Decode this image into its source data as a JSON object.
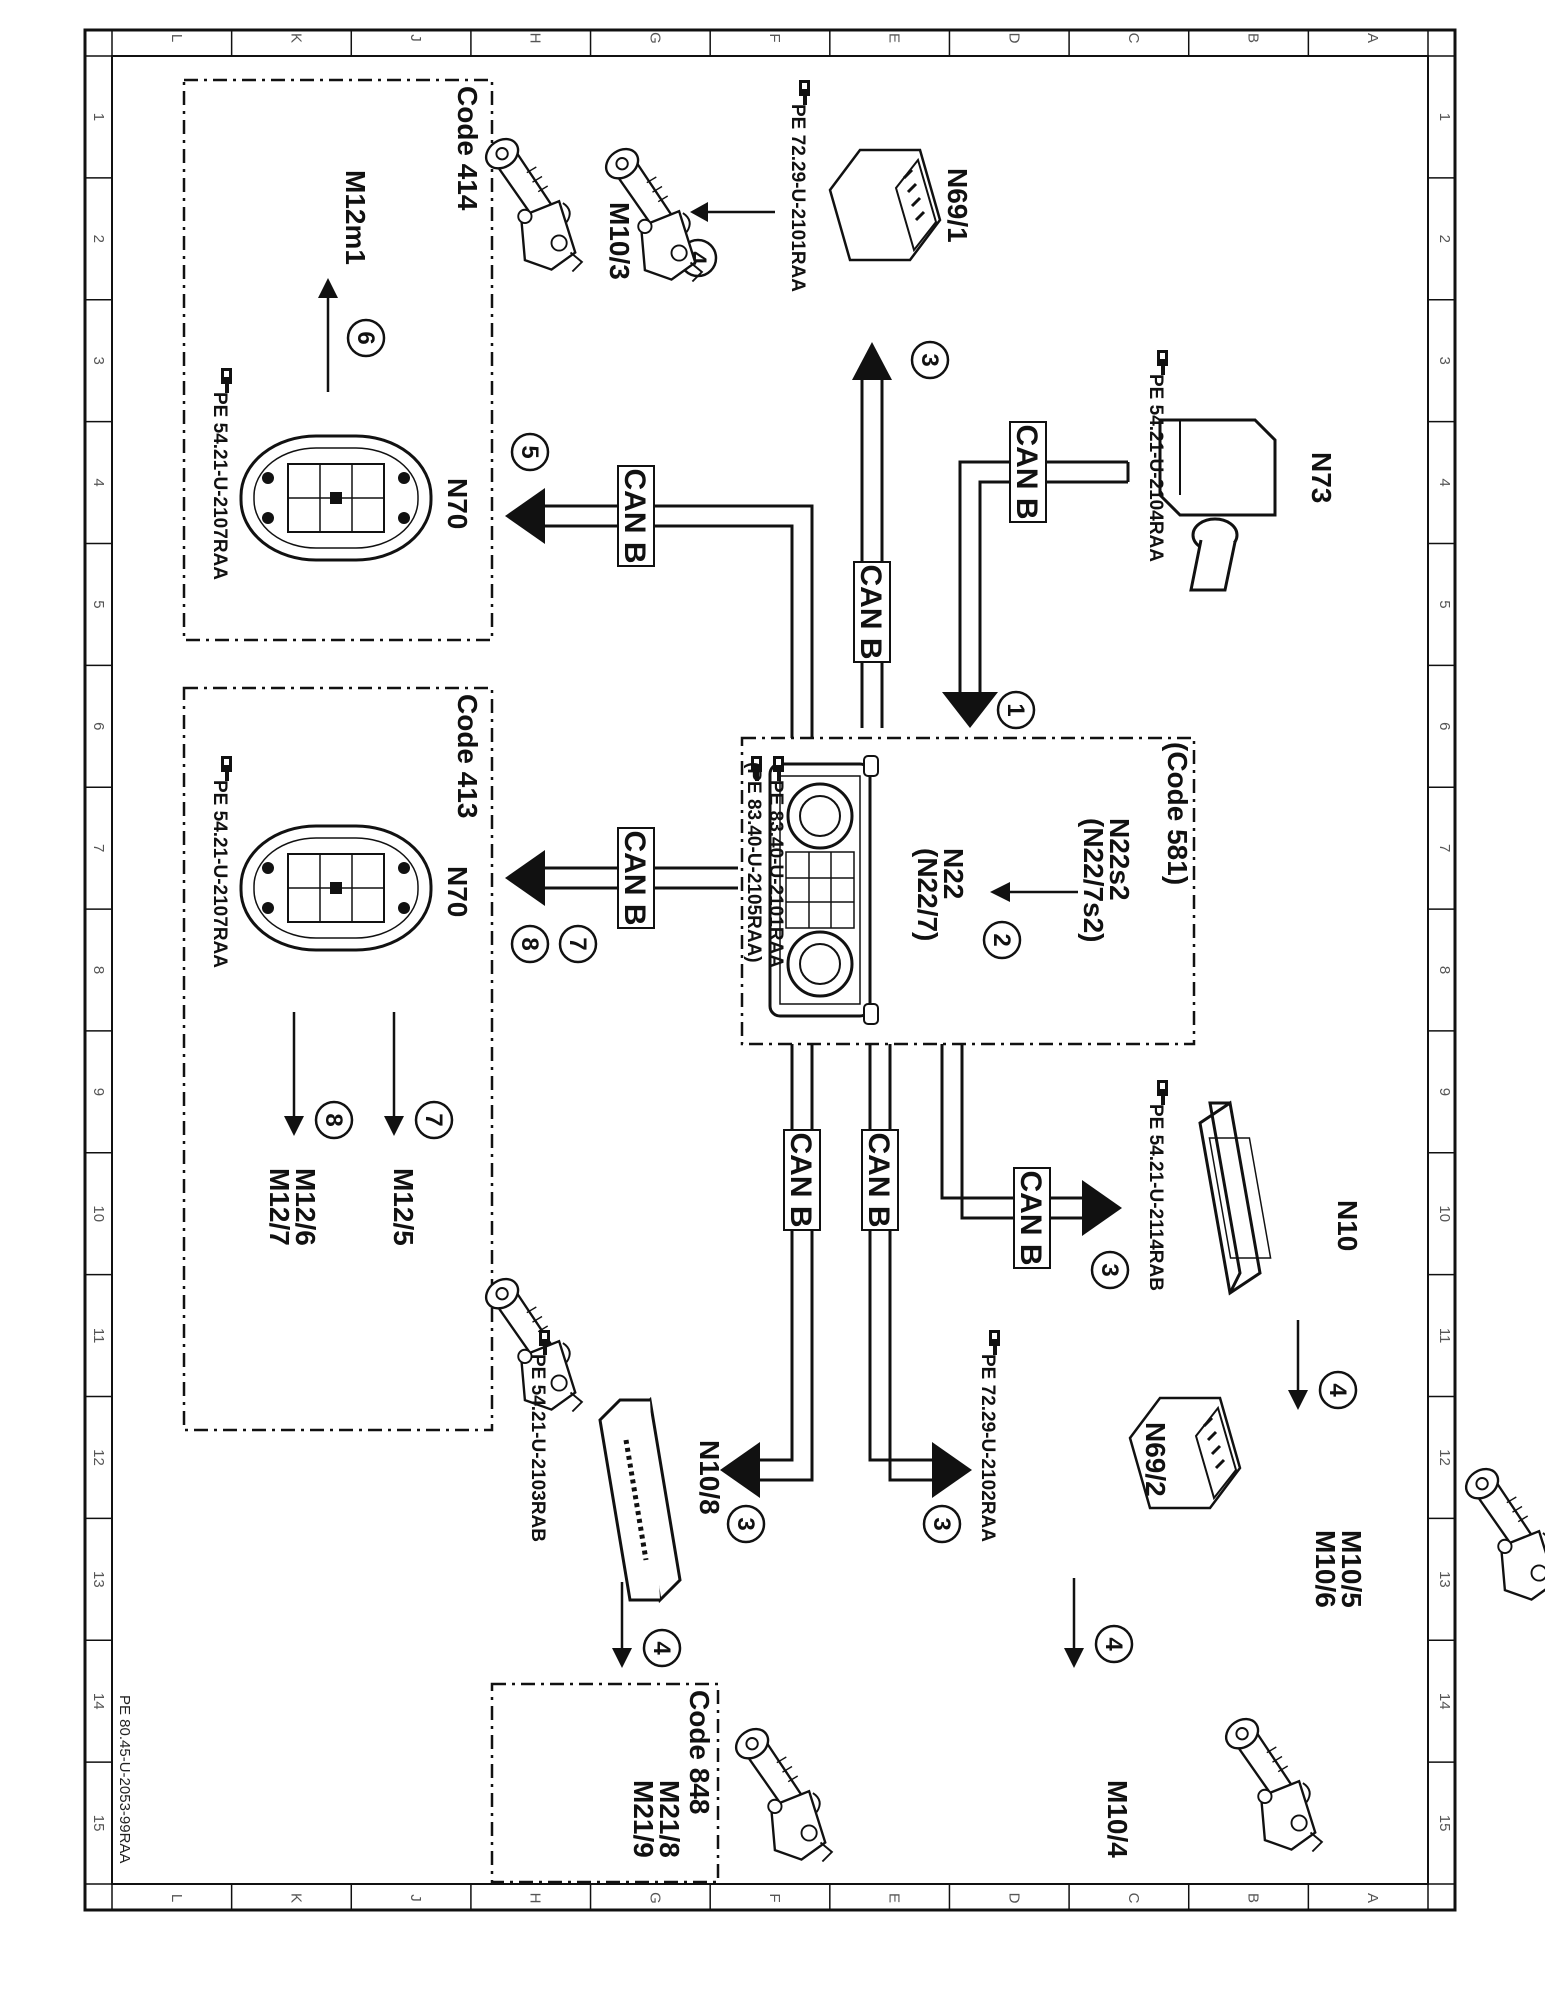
{
  "grid": {
    "columns": [
      "L",
      "K",
      "J",
      "H",
      "G",
      "F",
      "E",
      "D",
      "C",
      "B",
      "A"
    ],
    "rows": [
      "1",
      "2",
      "3",
      "4",
      "5",
      "6",
      "7",
      "8",
      "9",
      "10",
      "11",
      "12",
      "13",
      "14",
      "15"
    ]
  },
  "footer": {
    "ref": "PE 80.45-U-2053-99RAA"
  },
  "bus_label": "CAN B",
  "steps": [
    "1",
    "2",
    "3",
    "4",
    "5",
    "6",
    "7",
    "8"
  ],
  "ref_icon": "pointing-hand-icon",
  "components": {
    "center": {
      "names": [
        "N22s2",
        "(N22/7s2)",
        "N22",
        "(N22/7)"
      ],
      "code": "(Code 581)",
      "ref1": "PE 83.40-U-2101RAA",
      "ref2": "(PE 83.40-U-2105RAA)"
    },
    "n73": {
      "name": "N73",
      "ref": "PE 54.21-U-2104RAA"
    },
    "n69_1": {
      "name": "N69/1",
      "ref": "PE 72.29-U-2101RAA"
    },
    "m10_3": {
      "name": "M10/3"
    },
    "n10": {
      "name": "N10",
      "ref": "PE 54.21-U-2114RAB"
    },
    "m10_5": {
      "names": [
        "M10/5",
        "M10/6"
      ]
    },
    "n69_2": {
      "name": "N69/2",
      "ref": "PE 72.29-U-2102RAA"
    },
    "m10_4": {
      "name": "M10/4"
    },
    "n10_8": {
      "name": "N10/8",
      "ref": "PE 54.21-U-2103RAB"
    },
    "m21": {
      "names": [
        "M21/8",
        "M21/9"
      ],
      "code": "Code 848"
    },
    "n70_414": {
      "name": "N70",
      "ref": "PE 54.21-U-2107RAA",
      "code": "Code 414"
    },
    "m12m1": {
      "name": "M12m1"
    },
    "n70_413": {
      "name": "N70",
      "ref": "PE 54.21-U-2107RAA",
      "code": "Code 413"
    },
    "m12": {
      "names": [
        "M12/5",
        "M12/6",
        "M12/7"
      ]
    }
  }
}
